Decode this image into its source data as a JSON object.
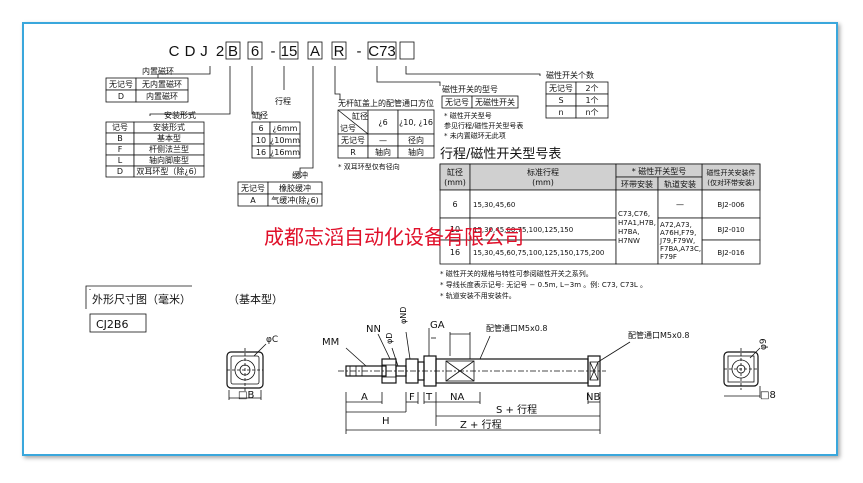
{
  "model_code": {
    "parts": [
      "C",
      "D",
      "J",
      "2",
      "B",
      "6",
      "-",
      "15",
      "A",
      "R",
      "-",
      "C73",
      ""
    ],
    "boxed": [
      false,
      false,
      false,
      false,
      true,
      true,
      false,
      true,
      true,
      true,
      false,
      true,
      true
    ]
  },
  "mount_cushion": {
    "title": "内置磁环",
    "rows": [
      [
        "无记号",
        "无内置磁环"
      ],
      [
        "D",
        "内置磁环"
      ]
    ]
  },
  "mount_type": {
    "title": "安装形式",
    "header": [
      "记号",
      "安装形式"
    ],
    "rows": [
      [
        "B",
        "基本型"
      ],
      [
        "F",
        "杆侧法兰型"
      ],
      [
        "L",
        "轴向脚座型"
      ],
      [
        "D",
        "双耳环型（除¿6）"
      ]
    ]
  },
  "bore": {
    "title": "缸径",
    "rows": [
      [
        "6",
        "¿6mm"
      ],
      [
        "10",
        "¿10mm"
      ],
      [
        "16",
        "¿16mm"
      ]
    ]
  },
  "stroke_label": "行程",
  "cushion": {
    "title": "缓冲",
    "rows": [
      [
        "无记号",
        "橡胶缓冲"
      ],
      [
        "A",
        "气缓冲(除¿6)"
      ]
    ]
  },
  "port": {
    "title": "无杆缸盖上的配管通口方位",
    "header_bore": "缸径",
    "header_mark": "记号",
    "cols": [
      "¿6",
      "¿10, ¿16"
    ],
    "rows": [
      [
        "无记号",
        "—",
        "径向"
      ],
      [
        "R",
        "轴向",
        "轴向"
      ]
    ],
    "note": "* 双耳环型仅有径向"
  },
  "switch_type": {
    "title": "磁性开关的型号",
    "rows": [
      [
        "无记号",
        "无磁性开关"
      ]
    ],
    "notes": [
      "* 磁性开关型号",
      "参见行程/磁性开关型号表",
      "* 未内置磁环无此项"
    ]
  },
  "switch_count": {
    "title": "磁性开关个数",
    "rows": [
      [
        "无记号",
        "2个"
      ],
      [
        "S",
        "1个"
      ],
      [
        "n",
        "n个"
      ]
    ]
  },
  "table": {
    "title": "行程/磁性开关型号表",
    "head": {
      "bore": "缸径\n(mm)",
      "stroke": "标准行程\n(mm)",
      "switch": "* 磁性开关型号",
      "band": "环带安装",
      "rail": "轨道安装",
      "kit": "磁性开关安装件\n(仅对环带安装)"
    },
    "rows": [
      {
        "bore": "6",
        "stroke": "15,30,45,60",
        "kit": "BJ2-006"
      },
      {
        "bore": "10",
        "stroke": "15,30,45,60,75,100,125,150",
        "kit": "BJ2-010"
      },
      {
        "bore": "16",
        "stroke": "15,30,45,60,75,100,125,150,175,200",
        "kit": "BJ2-016"
      }
    ],
    "band_models": "C73,C76,\nH7A1,H7B,\nH7BA,\nH7NW",
    "rail_dash": "—",
    "rail_models": "A72,A73,\nA76H,F79,\nJ79,F79W,\nF7BA,A73C,\nF79F",
    "notes": [
      "* 磁性开关的规格与特性可参阅磁性开关之系列。",
      "* 导线长度表示记号: 无记号 − 0.5m, L−3m 。例: C73, C73L 。",
      "* 轨道安装不用安装件。"
    ]
  },
  "drawing": {
    "section_title": "外形尺寸图（毫米）",
    "section_sub": "（基本型）",
    "model_box": "CJ2B6",
    "labels": {
      "mm": "MM",
      "nn": "NN",
      "nd": "φND",
      "gd": "φD",
      "ga": "GA",
      "port1": "配管通口M5x0.8",
      "port2": "配管通口M5x0.8",
      "phic": "φC",
      "b": "□B",
      "phi9": "φ9",
      "sq8": "□8",
      "a": "A",
      "f": "F",
      "t": "T",
      "na": "NA",
      "nb": "NB",
      "h": "H",
      "s": "S + 行程",
      "z": "Z + 行程"
    }
  },
  "watermark": "成都志滔自动化设备有限公司"
}
